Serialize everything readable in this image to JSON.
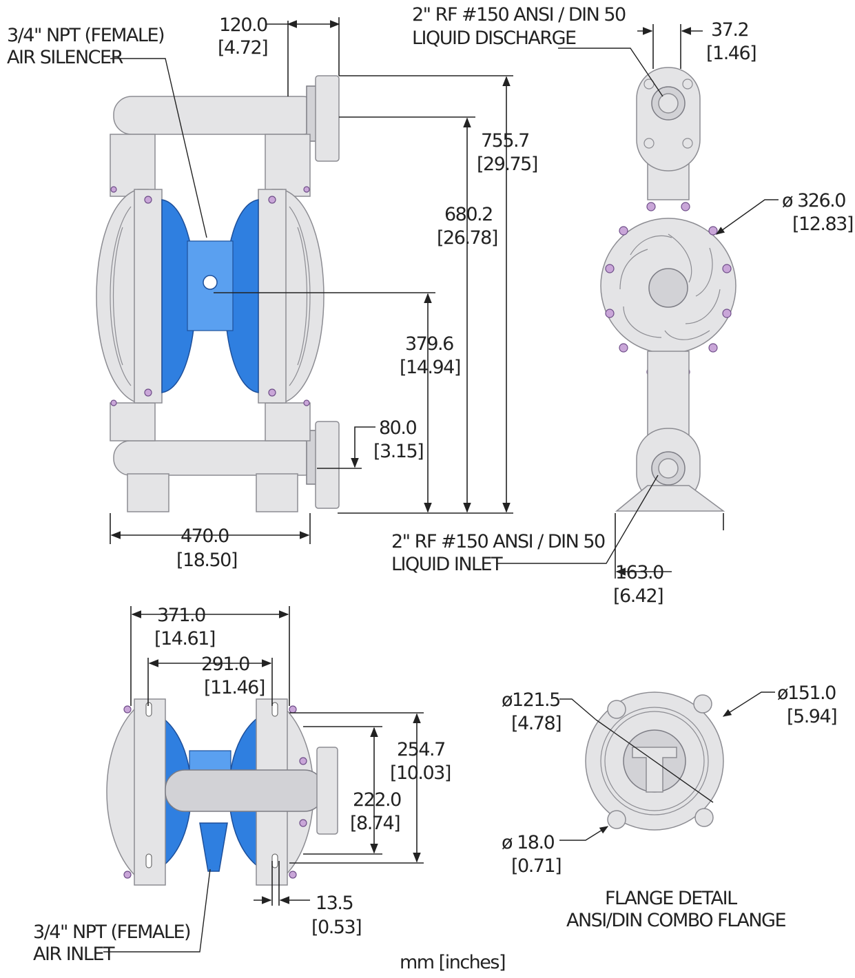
{
  "labels": {
    "air_silencer": [
      "3/4\" NPT (FEMALE)",
      "AIR SILENCER"
    ],
    "liquid_discharge": [
      "2\" RF #150 ANSI / DIN 50",
      "LIQUID DISCHARGE"
    ],
    "liquid_inlet": [
      "2\" RF #150 ANSI / DIN 50",
      "LIQUID INLET"
    ],
    "air_inlet": [
      "3/4\" NPT (FEMALE)",
      "AIR INLET"
    ],
    "flange_detail": [
      "FLANGE DETAIL",
      "ANSI/DIN COMBO FLANGE"
    ],
    "units": "mm [inches]"
  },
  "dimensions": {
    "d120": {
      "mm": "120.0",
      "in": "[4.72]"
    },
    "d37": {
      "mm": "37.2",
      "in": "[1.46]"
    },
    "d755": {
      "mm": "755.7",
      "in": "[29.75]"
    },
    "d680": {
      "mm": "680.2",
      "in": "[26.78]"
    },
    "d326": {
      "mm": "ø 326.0",
      "in": "[12.83]"
    },
    "d379": {
      "mm": "379.6",
      "in": "[14.94]"
    },
    "d80": {
      "mm": "80.0",
      "in": "[3.15]"
    },
    "d470": {
      "mm": "470.0",
      "in": "[18.50]"
    },
    "d163": {
      "mm": "163.0",
      "in": "[6.42]"
    },
    "d371": {
      "mm": "371.0",
      "in": "[14.61]"
    },
    "d291": {
      "mm": "291.0",
      "in": "[11.46]"
    },
    "d254": {
      "mm": "254.7",
      "in": "[10.03]"
    },
    "d222": {
      "mm": "222.0",
      "in": "[8.74]"
    },
    "d13": {
      "mm": "13.5",
      "in": "[0.53]"
    },
    "d121": {
      "mm": "ø121.5",
      "in": "[4.78]"
    },
    "d151": {
      "mm": "ø151.0",
      "in": "[5.94]"
    },
    "d18": {
      "mm": "ø 18.0",
      "in": "[0.71]"
    }
  },
  "colors": {
    "pump_body": "#e4e4e6",
    "diaphragm_housing": "#2f7fe0",
    "bolts": "#c9a6d8",
    "lines": "#222222"
  },
  "icons": [
    "front-view-pump",
    "side-view-pump",
    "top-view-pump",
    "flange-detail"
  ]
}
